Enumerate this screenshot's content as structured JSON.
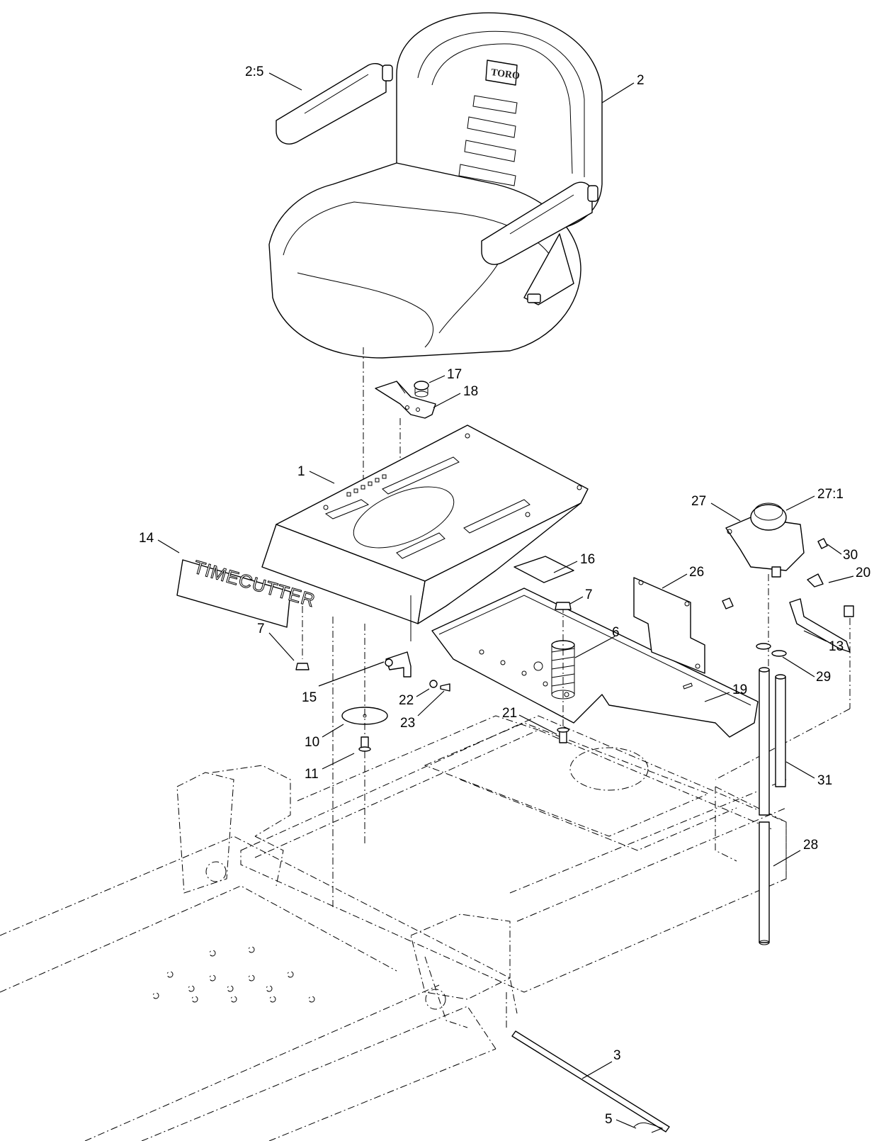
{
  "seat_logo_text": "TORO",
  "decal_text": "TIMECUTTER",
  "callouts": [
    {
      "id": "c-2-5",
      "label": "2:5"
    },
    {
      "id": "c-2",
      "label": "2"
    },
    {
      "id": "c-17",
      "label": "17"
    },
    {
      "id": "c-18",
      "label": "18"
    },
    {
      "id": "c-1",
      "label": "1"
    },
    {
      "id": "c-14",
      "label": "14"
    },
    {
      "id": "c-16",
      "label": "16"
    },
    {
      "id": "c-27",
      "label": "27"
    },
    {
      "id": "c-27-1",
      "label": "27:1"
    },
    {
      "id": "c-30",
      "label": "30"
    },
    {
      "id": "c-20",
      "label": "20"
    },
    {
      "id": "c-26",
      "label": "26"
    },
    {
      "id": "c-7a",
      "label": "7"
    },
    {
      "id": "c-7b",
      "label": "7"
    },
    {
      "id": "c-6",
      "label": "6"
    },
    {
      "id": "c-13",
      "label": "13"
    },
    {
      "id": "c-29",
      "label": "29"
    },
    {
      "id": "c-15",
      "label": "15"
    },
    {
      "id": "c-22",
      "label": "22"
    },
    {
      "id": "c-23",
      "label": "23"
    },
    {
      "id": "c-19",
      "label": "19"
    },
    {
      "id": "c-21",
      "label": "21"
    },
    {
      "id": "c-10",
      "label": "10"
    },
    {
      "id": "c-11",
      "label": "11"
    },
    {
      "id": "c-31",
      "label": "31"
    },
    {
      "id": "c-28",
      "label": "28"
    },
    {
      "id": "c-3",
      "label": "3"
    },
    {
      "id": "c-5",
      "label": "5"
    }
  ]
}
